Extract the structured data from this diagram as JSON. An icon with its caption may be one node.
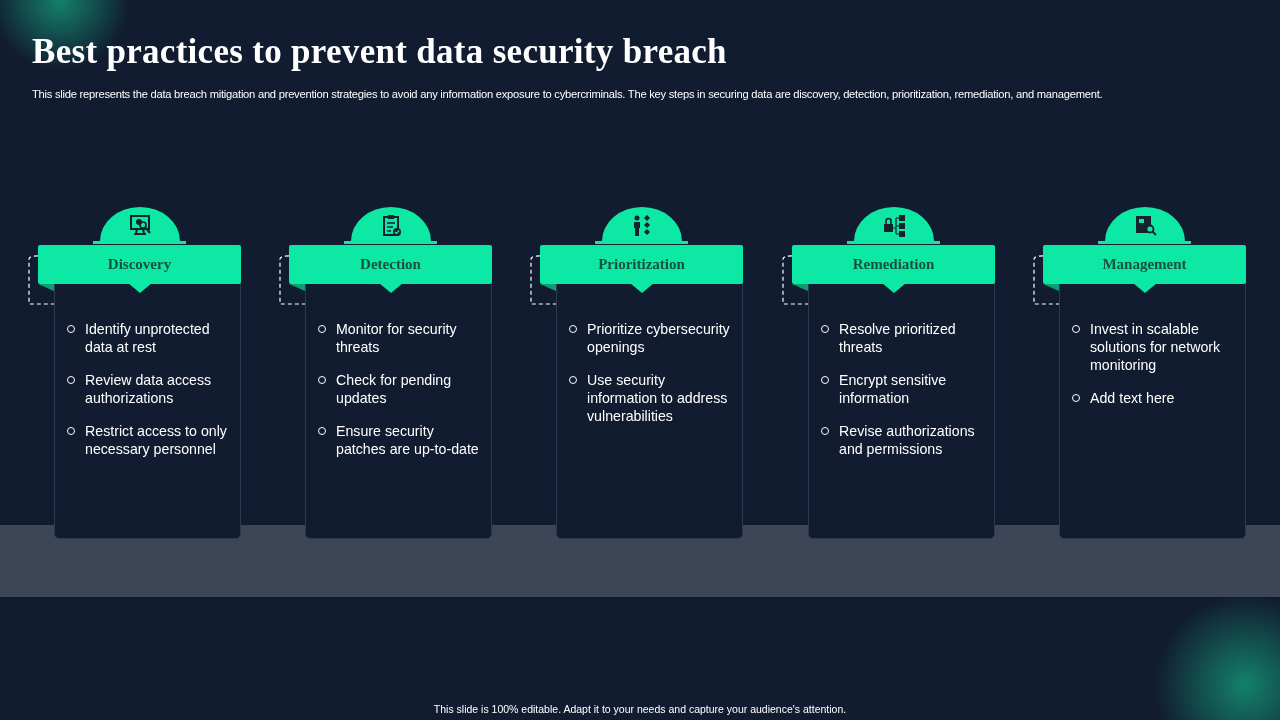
{
  "diagram": {
    "title": "Best practices to prevent data security breach",
    "nodes": [
      {
        "text": [
          "Discovery",
          "Identify unprotected data at rest",
          "Review data access authorizations",
          "Restrict access to only necessary personnel"
        ]
      },
      {
        "text": [
          "Detection",
          "Monitor for security threats",
          "Check for pending updates",
          "Ensure security patches are up-to-date"
        ]
      },
      {
        "text": [
          "Prioritization",
          "Prioritize cybersecurity openings",
          "Use security information to address vulnerabilities"
        ]
      },
      {
        "text": [
          "Remediation",
          "Resolve prioritized threats",
          "Encrypt sensitive information",
          "Revise authorizations and permissions"
        ]
      },
      {
        "text": [
          "Management",
          "Invest in scalable solutions for network monitoring",
          "Add text here"
        ]
      }
    ],
    "edges": [],
    "labels": [
      "This slide represents the data breach mitigation and prevention strategies to avoid any information exposure to cybercriminals. The key steps in securing data are discovery, detection, prioritization, remediation, and management.",
      "This slide is 100% editable.  Adapt it to your needs and capture your audience's attention."
    ]
  }
}
